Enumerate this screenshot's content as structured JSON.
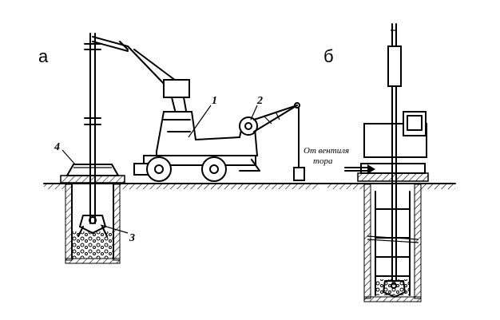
{
  "panels": {
    "left": {
      "label": "а"
    },
    "right": {
      "label": "б"
    }
  },
  "callouts": {
    "n1": "1",
    "n2": "2",
    "n3": "3",
    "n4": "4"
  },
  "annotation": {
    "line1": "От вентиля",
    "line2": "тора"
  },
  "colors": {
    "ink": "#000000",
    "background": "#ffffff"
  }
}
